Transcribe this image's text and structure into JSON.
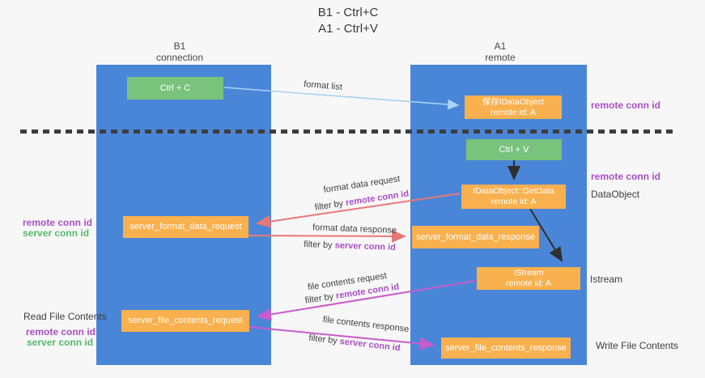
{
  "title": {
    "line1": "B1 - Ctrl+C",
    "line2": "A1 - Ctrl+V"
  },
  "lifelines": {
    "left": {
      "name": "B1",
      "role": "connection"
    },
    "right": {
      "name": "A1",
      "role": "remote"
    }
  },
  "boxes": {
    "ctrl_c": {
      "label": "Ctrl + C"
    },
    "ctrl_v": {
      "label": "Ctrl + V"
    },
    "store_idataobject": {
      "line1": "保存IDataObject",
      "line2": "remote id: A"
    },
    "getdata": {
      "line1": "IDataObject::GetData",
      "line2": "remote id: A"
    },
    "istream": {
      "line1": "IStream",
      "line2": "remote id: A"
    },
    "format_request": {
      "label": "server_format_data_request"
    },
    "format_response": {
      "label": "server_format_data_response"
    },
    "file_request": {
      "label": "server_file_contents_request"
    },
    "file_response": {
      "label": "server_file_contents_response"
    }
  },
  "arrow_labels": {
    "format_list": "format list",
    "format_data_request": "format data request",
    "format_data_request_filter": {
      "prefix": "filter by ",
      "emph": "remote conn id"
    },
    "format_data_response": "format data response",
    "format_data_response_filter": {
      "prefix": "filter by ",
      "emph": "server conn id"
    },
    "file_contents_request": "file contents request",
    "file_contents_request_filter": {
      "prefix": "filter by ",
      "emph": "remote conn id"
    },
    "file_contents_response": "file contents response",
    "file_contents_response_filter": {
      "prefix": "filter by ",
      "emph": "server conn id"
    }
  },
  "side_labels": {
    "right_remote_conn_id_top": "remote conn id",
    "right_remote_conn_id_mid": "remote conn id",
    "dataobject": "DataObject",
    "istream": "Istream",
    "write_file_contents": "Write File Contents",
    "left_remote_conn_id_1": "remote conn id",
    "left_server_conn_id_1": "server conn id",
    "read_file_contents": "Read File Contents",
    "left_remote_conn_id_2": "remote conn id",
    "left_server_conn_id_2": "server conn id"
  },
  "colors": {
    "background": "#f7f7f8",
    "column_blue": "#4a86d8",
    "box_green": "#79c37d",
    "box_orange": "#f9b04e",
    "arrow_light_blue": "#a8d2f0",
    "arrow_red": "#e87878",
    "arrow_magenta": "#c95bcb",
    "arrow_black": "#2f2f2f",
    "text_purple": "#a94fc5",
    "text_green": "#56b96a",
    "divider": "#3d3d3d"
  }
}
